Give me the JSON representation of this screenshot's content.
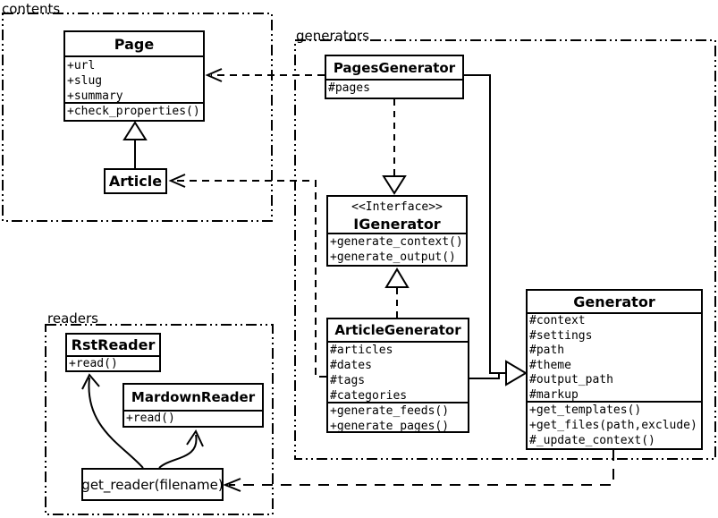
{
  "packages": {
    "contents": {
      "label": "contents"
    },
    "generators": {
      "label": "generators"
    },
    "readers": {
      "label": "readers"
    }
  },
  "classes": {
    "page": {
      "title": "Page",
      "attributes": [
        "+url",
        "+slug",
        "+summary"
      ],
      "operations": [
        "+check_properties()"
      ]
    },
    "article": {
      "title": "Article"
    },
    "pages_generator": {
      "title": "PagesGenerator",
      "attributes": [
        "#pages"
      ]
    },
    "igenerator": {
      "stereotype": "<<Interface>>",
      "title": "IGenerator",
      "operations": [
        "+generate_context()",
        "+generate_output()"
      ]
    },
    "article_generator": {
      "title": "ArticleGenerator",
      "attributes": [
        "#articles",
        "#dates",
        "#tags",
        "#categories"
      ],
      "operations": [
        "+generate_feeds()",
        "+generate_pages()"
      ]
    },
    "generator": {
      "title": "Generator",
      "attributes": [
        "#context",
        "#settings",
        "#path",
        "#theme",
        "#output_path",
        "#markup"
      ],
      "operations": [
        "+get_templates()",
        "+get_files(path,exclude)",
        "#_update_context()"
      ]
    },
    "rst_reader": {
      "title": "RstReader",
      "operations": [
        "+read()"
      ]
    },
    "mardown_reader": {
      "title": "MardownReader",
      "operations": [
        "+read()"
      ]
    },
    "get_reader": {
      "label": "get_reader(filename)"
    }
  },
  "colors": {
    "line": "#000000",
    "background": "#ffffff"
  }
}
